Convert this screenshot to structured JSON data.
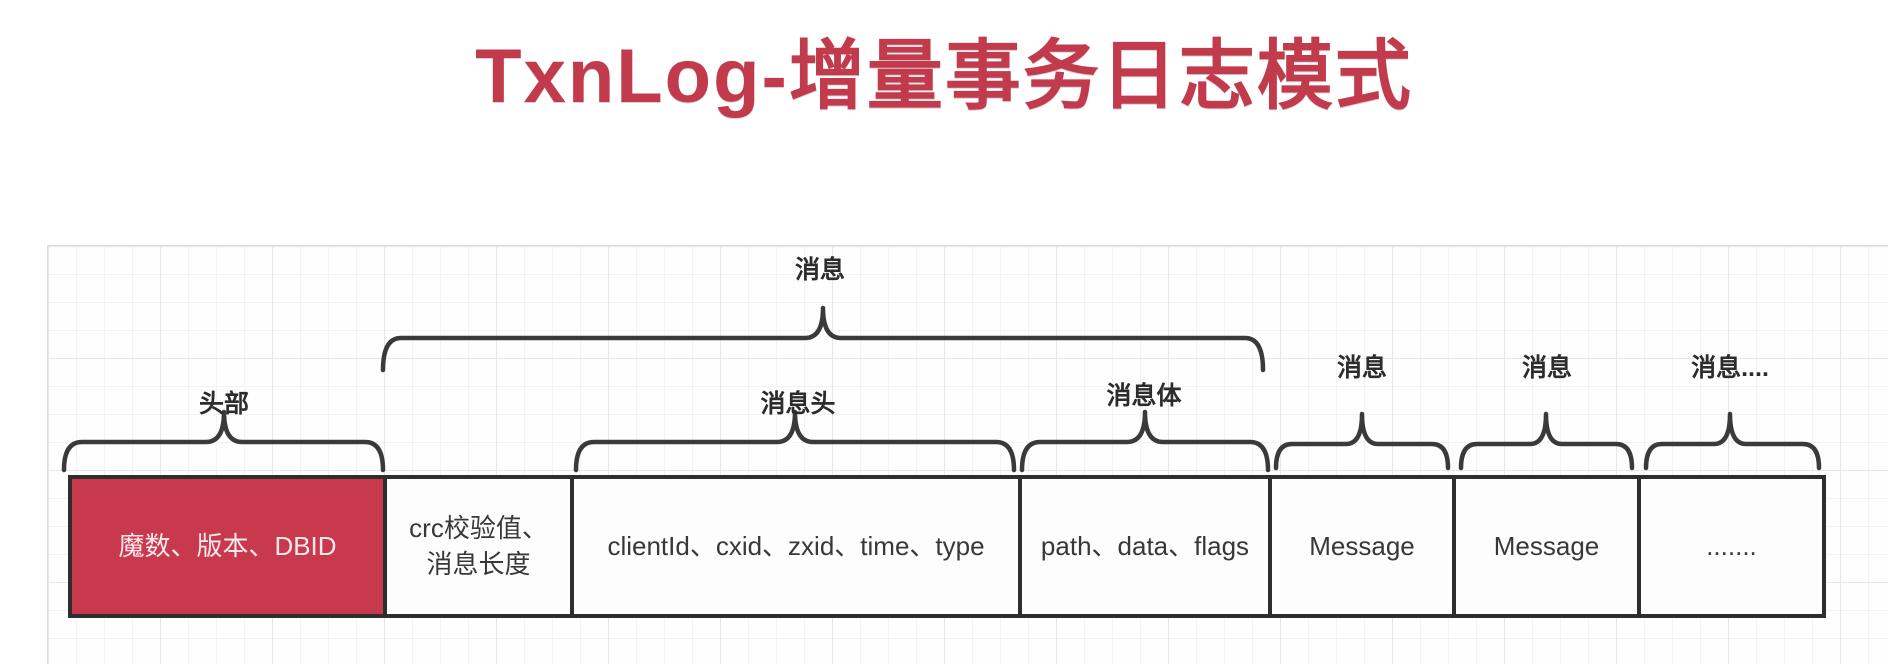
{
  "title": "TxnLog-增量事务日志模式",
  "colors": {
    "title_red": "#c23b4d",
    "highlight_box_red": "#c8394e",
    "box_border_dark": "#2e2e2e",
    "brace_stroke": "#3a3a3a",
    "grid_minor": "#f3f3f3",
    "grid_major": "#e7e7e7"
  },
  "diagram": {
    "group_labels": {
      "header": "头部",
      "message_group": "消息",
      "message_header": "消息头",
      "message_body": "消息体",
      "message_1": "消息",
      "message_2": "消息",
      "message_more": "消息...."
    },
    "segments": [
      {
        "name": "file-header",
        "label": "魔数、版本、DBID",
        "highlighted": true
      },
      {
        "name": "crc",
        "label": "crc校验值、\n消息长度",
        "highlighted": false
      },
      {
        "name": "txn-header",
        "label": "clientId、cxid、zxid、time、type",
        "highlighted": false
      },
      {
        "name": "txn-body",
        "label": "path、data、flags",
        "highlighted": false
      },
      {
        "name": "message-1",
        "label": "Message",
        "highlighted": false
      },
      {
        "name": "message-2",
        "label": "Message",
        "highlighted": false
      },
      {
        "name": "message-more",
        "label": ".......",
        "highlighted": false
      }
    ]
  }
}
